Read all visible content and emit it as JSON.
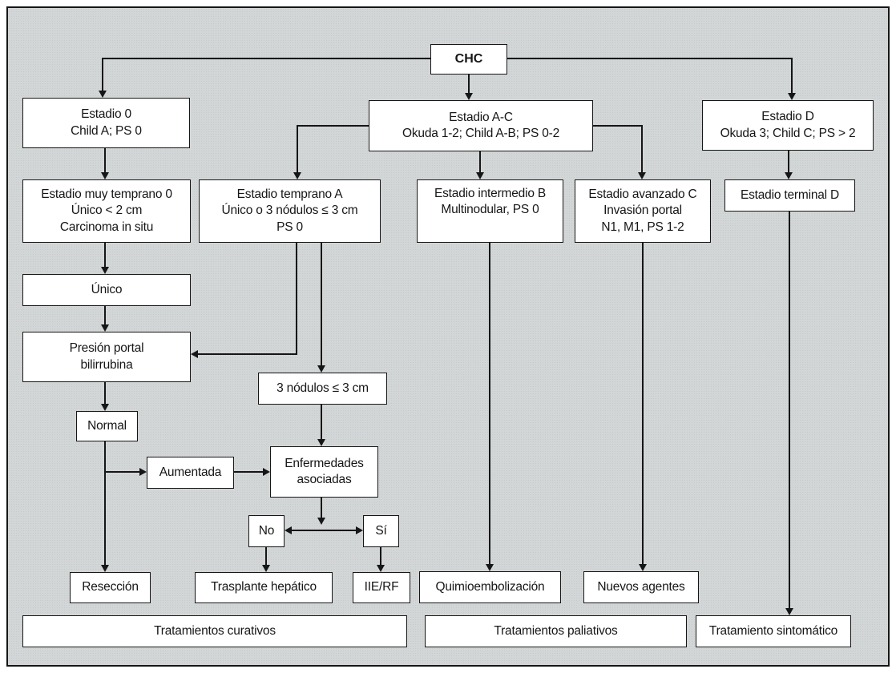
{
  "palette": {
    "background_panel": "#d3d6d7",
    "box_fill": "#ffffff",
    "line_color": "#161616",
    "page_margin": "#ffffff"
  },
  "boxes": {
    "chc": {
      "lines": [
        "CHC"
      ]
    },
    "estadio_0": {
      "lines": [
        "Estadio 0",
        "Child A; PS 0"
      ]
    },
    "estadio_ac": {
      "lines": [
        "Estadio A-C",
        "Okuda 1-2; Child A-B; PS 0-2"
      ]
    },
    "estadio_d": {
      "lines": [
        "Estadio D",
        "Okuda 3; Child C; PS > 2"
      ]
    },
    "muy_temprano": {
      "lines": [
        "Estadio muy temprano 0",
        "Único < 2 cm",
        "Carcinoma in situ"
      ]
    },
    "temprano_a": {
      "lines": [
        "Estadio temprano A",
        "Único o 3 nódulos ≤ 3 cm",
        "PS 0"
      ]
    },
    "intermedio_b": {
      "lines": [
        "Estadio intermedio B",
        "Multinodular, PS 0"
      ]
    },
    "avanzado_c": {
      "lines": [
        "Estadio avanzado C",
        "Invasión portal",
        "N1, M1, PS 1-2"
      ]
    },
    "terminal_d": {
      "lines": [
        "Estadio terminal D"
      ]
    },
    "unico": {
      "lines": [
        "Único"
      ]
    },
    "presion_portal": {
      "lines": [
        "Presión portal",
        "bilirrubina"
      ]
    },
    "nodulos_3": {
      "lines": [
        "3 nódulos ≤ 3 cm"
      ]
    },
    "normal": {
      "lines": [
        "Normal"
      ]
    },
    "aumentada": {
      "lines": [
        "Aumentada"
      ]
    },
    "enfermedades": {
      "lines": [
        "Enfermedades",
        "asociadas"
      ]
    },
    "no": {
      "lines": [
        "No"
      ]
    },
    "si": {
      "lines": [
        "Sí"
      ]
    },
    "reseccion": {
      "lines": [
        "Resección"
      ]
    },
    "trasplante": {
      "lines": [
        "Trasplante hepático"
      ]
    },
    "iie_rf": {
      "lines": [
        "IIE/RF"
      ]
    },
    "quimioembolizacion": {
      "lines": [
        "Quimioembolización"
      ]
    },
    "nuevos_agentes": {
      "lines": [
        "Nuevos agentes"
      ]
    },
    "curativos": {
      "lines": [
        "Tratamientos curativos"
      ]
    },
    "paliativos": {
      "lines": [
        "Tratamientos paliativos"
      ]
    },
    "sintomatico": {
      "lines": [
        "Tratamiento sintomático"
      ]
    }
  }
}
